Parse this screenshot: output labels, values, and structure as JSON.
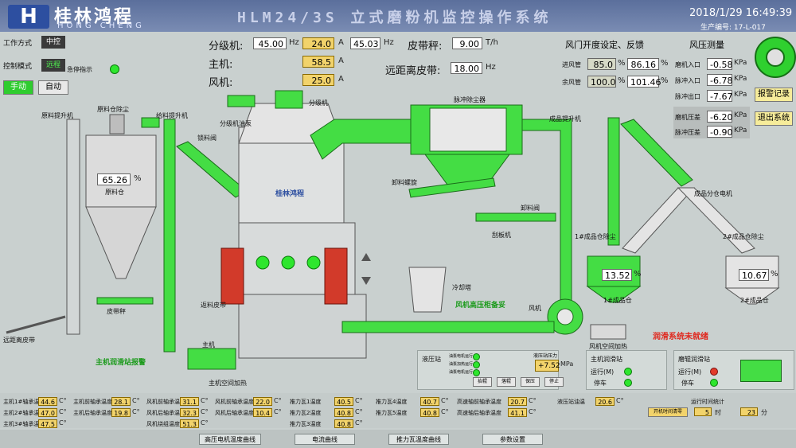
{
  "header": {
    "logo_mark": "H",
    "brand_cn": "桂林鸿程",
    "brand_en": "HONG CHENG",
    "system_title": "HLM24/3S 立式磨粉机监控操作系统",
    "datetime": "2018/1/29 16:49:39",
    "product_no": "生产编号: 17-L-017"
  },
  "left_controls": {
    "work_mode_label": "工作方式",
    "work_mode_value": "中控",
    "control_mode_label": "控制模式",
    "control_mode_value": "远程",
    "emergency_label": "急停指示",
    "manual_btn": "手动",
    "auto_btn": "自动"
  },
  "top_params": {
    "classifier_label": "分级机:",
    "classifier_set": "45.00",
    "classifier_set_unit": "Hz",
    "classifier_current": "24.0",
    "classifier_current_unit": "A",
    "classifier_freq": "45.03",
    "classifier_freq_unit": "Hz",
    "main_label": "主机:",
    "main_current": "58.5",
    "main_unit": "A",
    "fan_label": "风机:",
    "fan_current": "25.0",
    "fan_unit": "A",
    "belt_scale_label": "皮带秤:",
    "belt_scale_value": "9.00",
    "belt_scale_unit": "T/h",
    "remote_belt_label": "远距离皮带:",
    "remote_belt_value": "18.00",
    "remote_belt_unit": "Hz"
  },
  "damper_panel": {
    "title": "风门开度设定、反馈",
    "rows": [
      {
        "label": "进风管",
        "set": "85.0",
        "unit1": "%",
        "fb": "86.16",
        "unit2": "%"
      },
      {
        "label": "余风管",
        "set": "100.0",
        "unit1": "%",
        "fb": "101.46",
        "unit2": "%"
      }
    ]
  },
  "pressure_panel": {
    "title": "风压测量",
    "rows": [
      {
        "label": "磨机入口",
        "value": "-0.58",
        "unit": "KPa"
      },
      {
        "label": "脉冲入口",
        "value": "-6.78",
        "unit": "KPa"
      },
      {
        "label": "脉冲出口",
        "value": "-7.67",
        "unit": "KPa"
      },
      {
        "label": "磨机压差",
        "value": "-6.20",
        "unit": "KPa"
      },
      {
        "label": "脉冲压差",
        "value": "-0.90",
        "unit": "KPa"
      }
    ],
    "alarm_btn": "报警记录",
    "exit_btn": "退出系统"
  },
  "diagram": {
    "raw_hoist": "原料提升机",
    "raw_silo_dust": "原料仓除尘",
    "feed_hoist": "给料提升机",
    "raw_silo_level": "65.26",
    "raw_silo_level_unit": "%",
    "raw_silo": "原料仓",
    "belt_scale": "皮带秤",
    "remote_belt": "远距离皮带",
    "lock_valve": "锁料阀",
    "classifier_oil": "分级机油泵",
    "classifier": "分级机",
    "mill_logo": "桂林鸿程",
    "return_belt": "返料皮带",
    "main_machine": "主机",
    "main_heater": "主机空间加热",
    "oil_warn": "主机润滑站报警",
    "pulse_dust": "脉冲除尘器",
    "unload_screw": "卸料螺旋",
    "unload_valve": "卸料阀",
    "slide_machine": "刮板机",
    "cooling_tower": "冷却塔",
    "fan_stop_warn": "风机高压柜备妥",
    "fan": "风机",
    "fan_heater": "风机空间加热",
    "product_hoist": "成品提升机",
    "product_dust1": "1#成品仓除尘",
    "product_dust2": "2#成品仓除尘",
    "product_divider": "成品分仓电机",
    "silo1_level": "13.52",
    "silo1_level_unit": "%",
    "silo1": "1#成品仓",
    "silo2_level": "10.67",
    "silo2_level_unit": "%",
    "silo2": "2#成品仓",
    "lube_warn": "润滑系统未就绪"
  },
  "hydraulic_panel": {
    "title": "液压站",
    "rows": [
      "油泵电机运行",
      "油泵加热运行",
      "油泵电机运行"
    ],
    "pressure_label": "液压站压力",
    "pressure_value": "+7.52",
    "pressure_unit": "MPa",
    "btn_up": "抬辊",
    "btn_down": "落辊",
    "btn_keep": "保压",
    "btn_stop": "停止"
  },
  "main_lube_panel": {
    "title": "主机润滑站",
    "run_label": "运行(M)",
    "stop_label": "停车"
  },
  "mill_lube_panel": {
    "title": "磨辊润滑站",
    "run_label": "运行(M)",
    "stop_label": "停车"
  },
  "temperatures": {
    "col1": [
      {
        "label": "主机1#轴承温度",
        "value": "44.6",
        "unit": "C°"
      },
      {
        "label": "主机2#轴承温度",
        "value": "47.0",
        "unit": "C°"
      },
      {
        "label": "主机3#轴承温度",
        "value": "47.5",
        "unit": "C°"
      }
    ],
    "col2": [
      {
        "label": "主机前轴承温度",
        "value": "28.1",
        "unit": "C°"
      },
      {
        "label": "主机后轴承温度",
        "value": "19.8",
        "unit": "C°"
      }
    ],
    "col3": [
      {
        "label": "风机前轴承温度",
        "value": "31.1",
        "unit": "C°"
      },
      {
        "label": "风机后轴承温度",
        "value": "32.3",
        "unit": "C°"
      },
      {
        "label": "风机绕组温度",
        "value": "51.3",
        "unit": "C°"
      }
    ],
    "col4": [
      {
        "label": "风机前轴承温度",
        "value": "22.0",
        "unit": "C°"
      },
      {
        "label": "风机后轴承温度",
        "value": "10.4",
        "unit": "C°"
      }
    ],
    "col5": [
      {
        "label": "推力瓦1温度",
        "value": "40.5",
        "unit": "C°"
      },
      {
        "label": "推力瓦2温度",
        "value": "40.8",
        "unit": "C°"
      },
      {
        "label": "推力瓦3温度",
        "value": "40.8",
        "unit": "C°"
      }
    ],
    "col6": [
      {
        "label": "推力瓦4温度",
        "value": "40.7",
        "unit": "C°"
      },
      {
        "label": "推力瓦5温度",
        "value": "40.8",
        "unit": "C°"
      }
    ],
    "col7": [
      {
        "label": "高速轴前轴承温度",
        "value": "20.7",
        "unit": "C°"
      },
      {
        "label": "高速轴后轴承温度",
        "value": "41.1",
        "unit": "C°"
      }
    ],
    "oil_temp_label": "液压站油温",
    "oil_temp_value": "20.6",
    "oil_temp_unit": "C°",
    "runtime_label": "运行时间统计",
    "runtime_btn": "开机时间清零",
    "runtime_value": "5",
    "runtime_unit": "时",
    "runtime_value2": "23",
    "runtime_unit2": "分"
  },
  "bottom_nav": {
    "btn1": "高压电机温度曲线",
    "btn2": "电流曲线",
    "btn3": "推力瓦温度曲线",
    "btn4": "参数设置"
  }
}
